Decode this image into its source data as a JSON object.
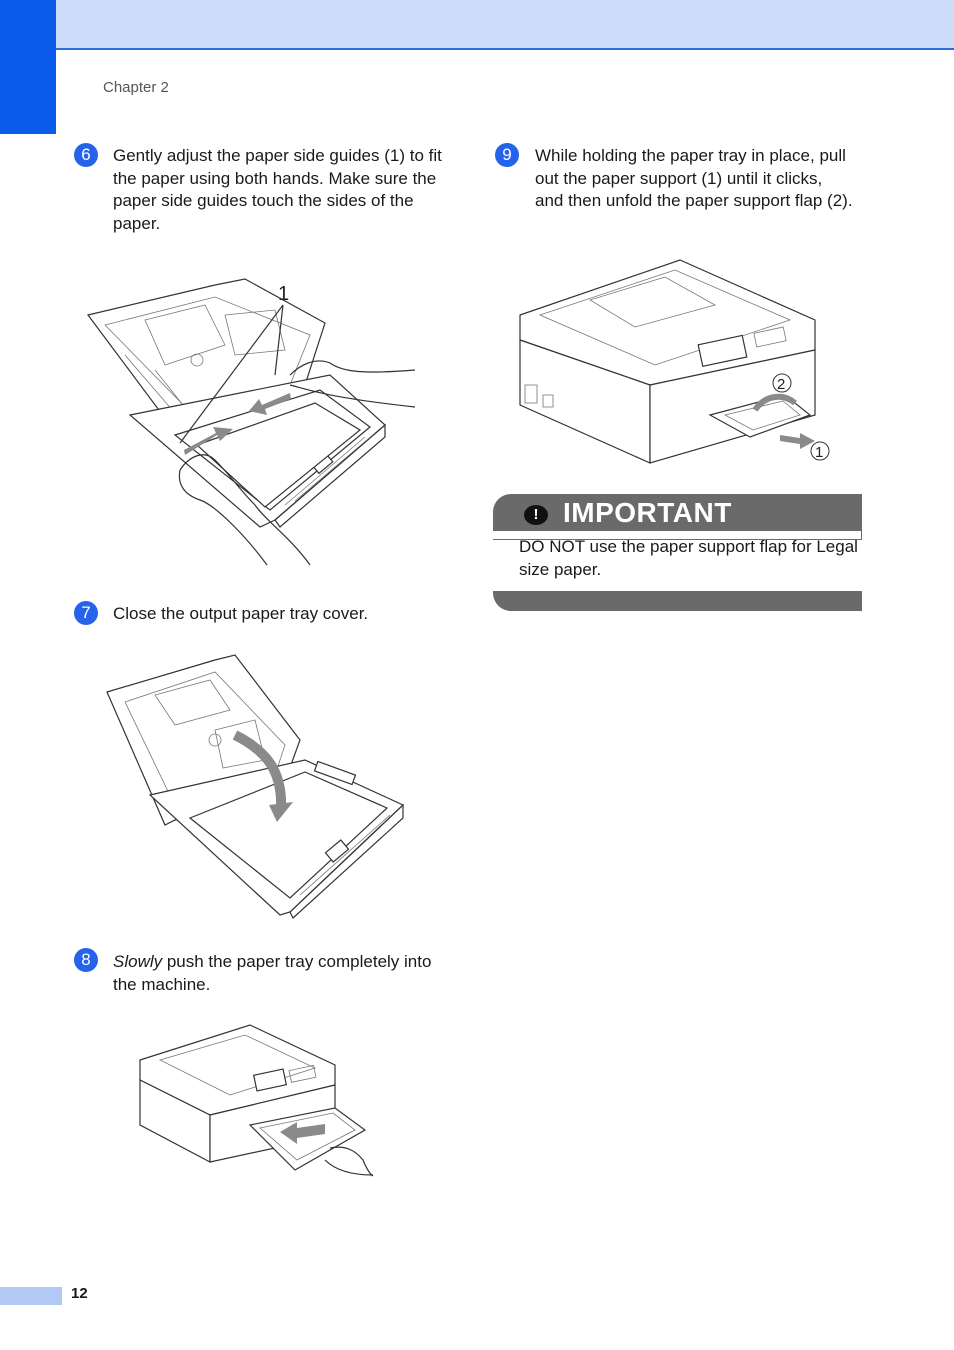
{
  "header": {
    "chapter": "Chapter 2"
  },
  "steps": [
    {
      "number": "6",
      "text": "Gently adjust the paper side guides (1) to fit the paper using both hands. Make sure the paper side guides touch the sides of the paper."
    },
    {
      "number": "7",
      "text": "Close the output paper tray cover."
    },
    {
      "number": "8",
      "text_italic": "Slowly",
      "text": " push the paper tray completely into the machine."
    },
    {
      "number": "9",
      "text": "While holding the paper tray in place, pull out the paper support (1) until it clicks, and then unfold the paper support flap (2)."
    }
  ],
  "figures": {
    "fig6_callout": "1",
    "fig9_callout_1": "1",
    "fig9_callout_2": "2"
  },
  "important": {
    "icon": "exclamation-icon",
    "title": "IMPORTANT",
    "text": "DO NOT use the paper support flap for Legal size paper."
  },
  "footer": {
    "page_number": "12"
  },
  "colors": {
    "accent": "#0a5bea",
    "header_band": "#cddcf8",
    "important_bar": "#6a6a6a"
  }
}
